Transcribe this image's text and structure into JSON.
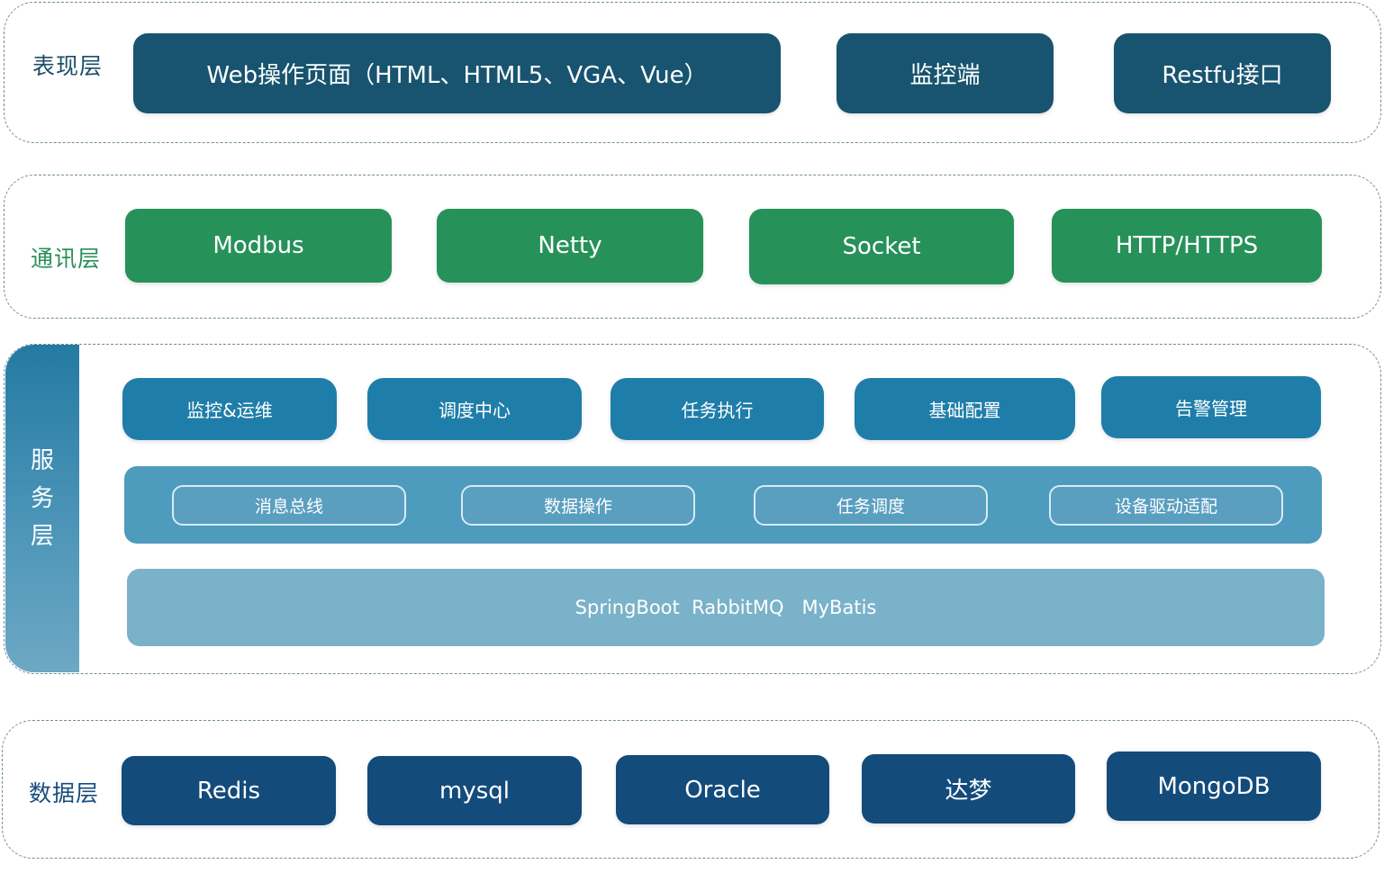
{
  "presentation": {
    "label": "表现层",
    "items": [
      "Web操作页面（HTML、HTML5、VGA、Vue）",
      "监控端",
      "Restfu接口"
    ]
  },
  "communication": {
    "label": "通讯层",
    "items": [
      "Modbus",
      "Netty",
      "Socket",
      "HTTP/HTTPS"
    ]
  },
  "service": {
    "label_chars": [
      "服",
      "务",
      "层"
    ],
    "modules": [
      "监控&运维",
      "调度中心",
      "任务执行",
      "基础配置",
      "告警管理"
    ],
    "core": [
      "消息总线",
      "数据操作",
      "任务调度",
      "设备驱动适配"
    ],
    "framework": "SpringBoot  RabbitMQ   MyBatis"
  },
  "data_layer": {
    "label": "数据层",
    "items": [
      "Redis",
      "mysql",
      "Oracle",
      "达梦",
      "MongoDB"
    ]
  },
  "colors": {
    "presentation": "#18546f",
    "communication": "#27915a",
    "service_module": "#1f7ea9",
    "service_core_band": "#4d9bbd",
    "service_framework_band": "#7ab2c9",
    "data": "#134b7b",
    "dashed_border": "#6e8f9c"
  }
}
